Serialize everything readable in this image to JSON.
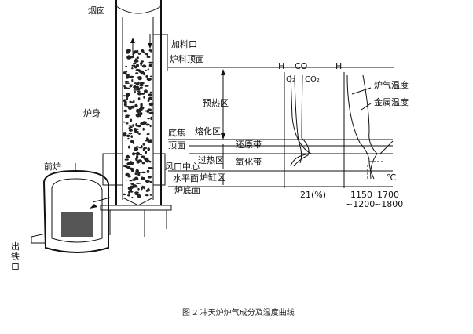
{
  "labels": {
    "chimney": "烟囱",
    "charging_door": "加料口",
    "charge_top": "炉料顶面",
    "shaft": "炉身",
    "preheat_zone": "预热区",
    "melting_zone": "熔化区",
    "coke_bed": "底焦",
    "top_face": "顶面",
    "reduction_zone": "还原带",
    "superheat_zone": "过热区",
    "oxidation_zone": "氧化带",
    "tuyere_center": "风口中心",
    "horizontal_plane": "水平面",
    "hearth_zone": "炉缸区",
    "hearth_bottom": "炉底面",
    "forehearth": "前炉",
    "tap_hole": "出铁口"
  },
  "gas_chart": {
    "h_label": "H",
    "co_label": "CO",
    "o2_label": "O₂",
    "co2_label": "CO₂",
    "x_label": "21(%)"
  },
  "temp_chart": {
    "h_label": "H",
    "gas_temp": "炉气温度",
    "metal_temp": "金属温度",
    "t1": "1150",
    "t1_range": "~1200",
    "t2": "1700",
    "t2_range": "~1800",
    "unit": "℃"
  },
  "caption": "图 2  冲天炉炉气成分及温度曲线"
}
